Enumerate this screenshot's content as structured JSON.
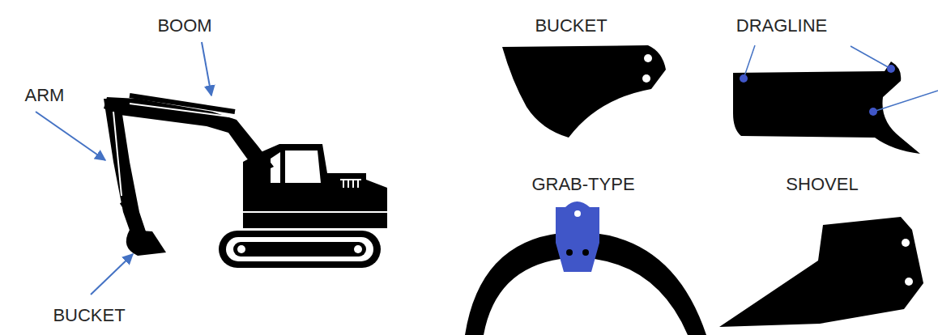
{
  "diagram": {
    "labels": [
      "BOOM",
      "ARM",
      "BUCKET",
      "BUCKET",
      "DRAGLINE",
      "GRAB-TYPE",
      "SHOVEL"
    ]
  }
}
